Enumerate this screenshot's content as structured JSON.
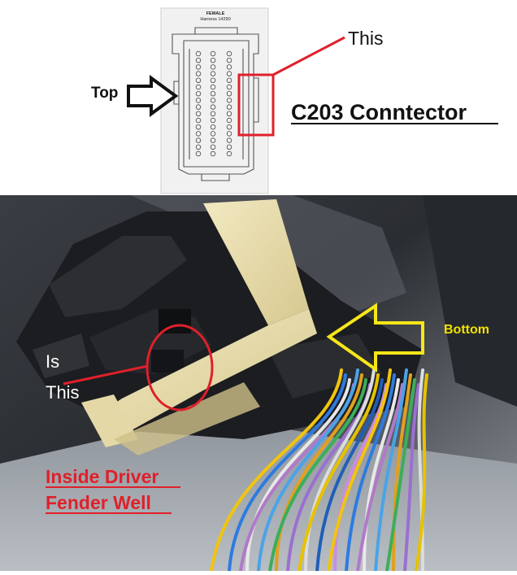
{
  "diagram": {
    "sheet_header_line1": "FEMALE",
    "sheet_header_line2": "Harness 14290",
    "label_top": "Top",
    "label_this": "This",
    "title": "C203 Conntector"
  },
  "photo": {
    "label_is": "Is",
    "label_this": "This",
    "label_bottom": "Bottom",
    "caption_line1": "Inside Driver",
    "caption_line2": "Fender Well"
  },
  "colors": {
    "annotation_red": "#e0202a",
    "arrow_yellow": "#f6e619",
    "bottom_label_yellow": "#f2e100",
    "connector_tan": "#eadfb0"
  }
}
